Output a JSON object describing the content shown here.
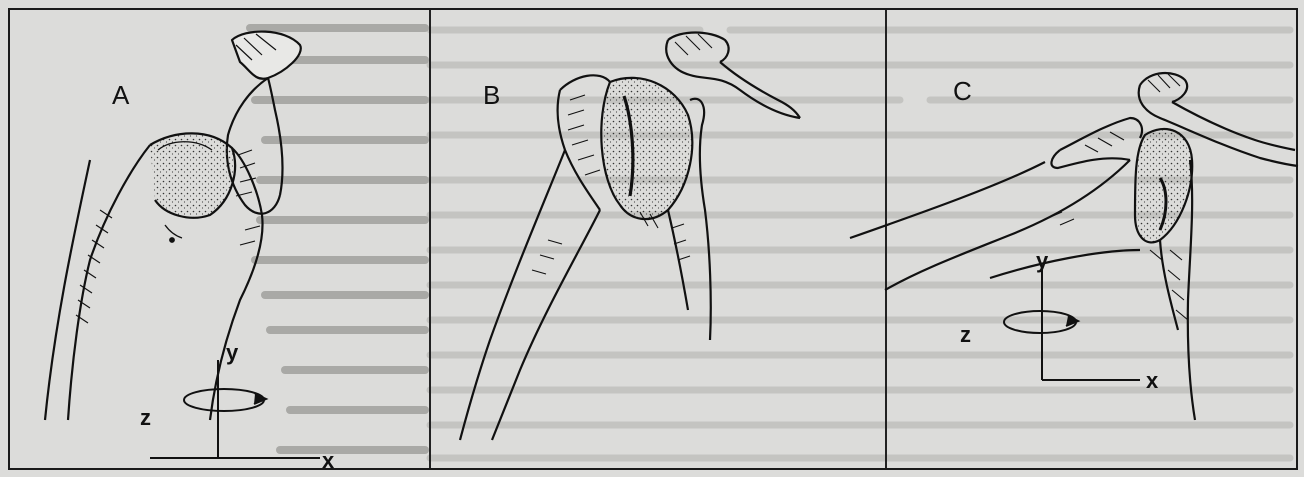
{
  "figure": {
    "panels": [
      {
        "label": "A",
        "axes": {
          "x": "x",
          "y": "y",
          "z": "z"
        }
      },
      {
        "label": "B"
      },
      {
        "label": "C",
        "axes": {
          "x": "x",
          "y": "y",
          "z": "z"
        }
      }
    ],
    "colors": {
      "ink": "#111111",
      "paper": "#dcdcda",
      "ghost_text": "#b9b9b6"
    }
  }
}
